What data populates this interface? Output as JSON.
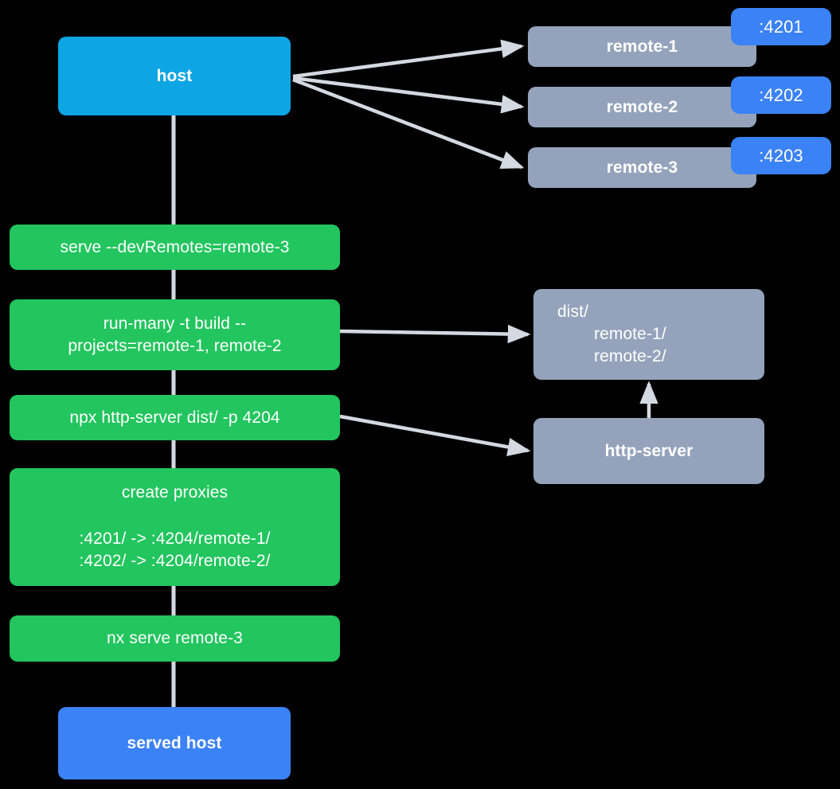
{
  "diagram": {
    "title": "Nx module federation host and remotes serve flow",
    "background": "#000000",
    "colors": {
      "host": "#0ea5e4",
      "served_host": "#3b82f6",
      "remote": "#94a3bb",
      "command": "#22c55e",
      "port_badge": "#3b82f6",
      "edge": "#d4d8e1",
      "text": "#ffffff"
    }
  },
  "nodes": {
    "host": {
      "label": "host"
    },
    "served_host": {
      "label": "served host"
    },
    "remotes": [
      {
        "label": "remote-1",
        "port": ":4201"
      },
      {
        "label": "remote-2",
        "port": ":4202"
      },
      {
        "label": "remote-3",
        "port": ":4203"
      }
    ],
    "commands": [
      {
        "id": "serve",
        "lines": [
          "serve --devRemotes=remote-3"
        ]
      },
      {
        "id": "run-many",
        "lines": [
          "run-many -t build --",
          "projects=remote-1, remote-2"
        ]
      },
      {
        "id": "http-server-cmd",
        "lines": [
          "npx http-server dist/ -p 4204"
        ]
      },
      {
        "id": "create-proxies",
        "lines": [
          "create proxies",
          "",
          ":4201/ -> :4204/remote-1/",
          ":4202/ -> :4204/remote-2/"
        ]
      },
      {
        "id": "nx-serve-remote-3",
        "lines": [
          "nx serve remote-3"
        ]
      }
    ],
    "dist": {
      "root": "dist/",
      "children": [
        "remote-1/",
        "remote-2/"
      ]
    },
    "http_server": {
      "label": "http-server"
    }
  },
  "edges": [
    {
      "from": "host",
      "to": "remote-1",
      "arrow": true
    },
    {
      "from": "host",
      "to": "remote-2",
      "arrow": true
    },
    {
      "from": "host",
      "to": "remote-3",
      "arrow": true
    },
    {
      "from": "host",
      "to": "serve",
      "arrow": false
    },
    {
      "from": "serve",
      "to": "run-many",
      "arrow": false
    },
    {
      "from": "run-many",
      "to": "http-server-cmd",
      "arrow": false
    },
    {
      "from": "http-server-cmd",
      "to": "create-proxies",
      "arrow": false
    },
    {
      "from": "create-proxies",
      "to": "nx-serve-remote-3",
      "arrow": false
    },
    {
      "from": "nx-serve-remote-3",
      "to": "served-host",
      "arrow": false
    },
    {
      "from": "run-many",
      "to": "dist",
      "arrow": true
    },
    {
      "from": "http-server-cmd",
      "to": "http-server",
      "arrow": true
    },
    {
      "from": "http-server",
      "to": "dist",
      "arrow": true
    }
  ]
}
